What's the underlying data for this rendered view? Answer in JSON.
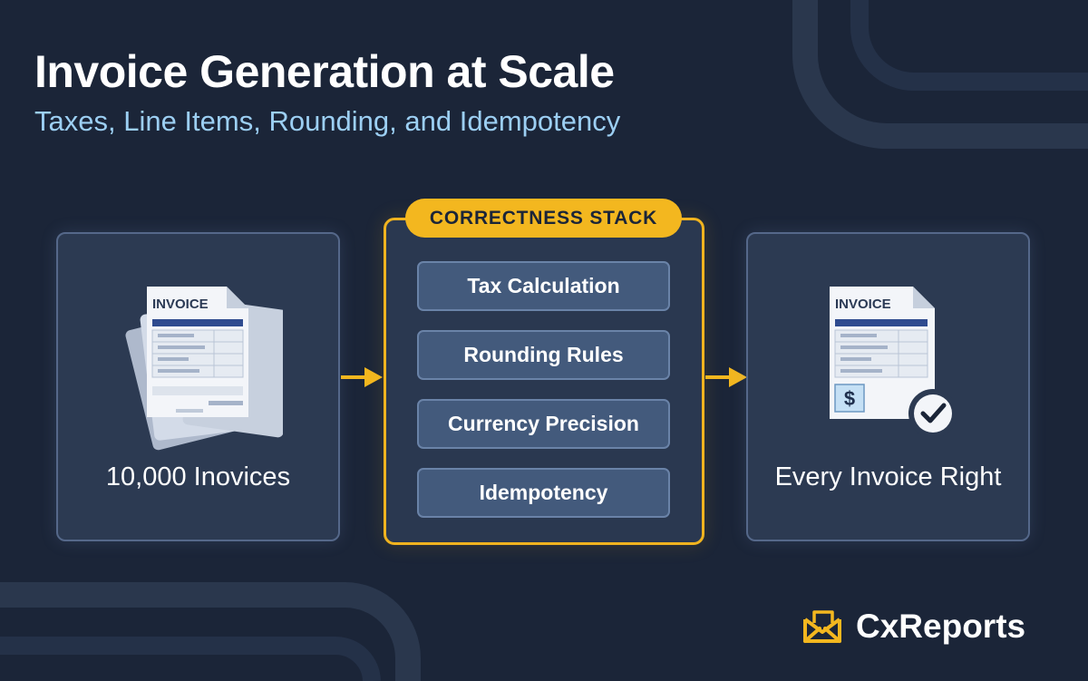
{
  "header": {
    "title": "Invoice Generation at Scale",
    "subtitle": "Taxes, Line Items, Rounding, and Idempotency"
  },
  "input_panel": {
    "icon_label": "INVOICE",
    "caption": "10,000 Inovices"
  },
  "stack": {
    "badge": "CORRECTNESS STACK",
    "items": [
      "Tax Calculation",
      "Rounding Rules",
      "Currency Precision",
      "Idempotency"
    ]
  },
  "output_panel": {
    "icon_label": "INVOICE",
    "currency_symbol": "$",
    "caption": "Every Invoice Right"
  },
  "brand": {
    "name": "CxReports"
  },
  "colors": {
    "background": "#1b2538",
    "panel": "#2c3a52",
    "accent": "#f3b71f",
    "subtitle": "#9ccff3",
    "invoice_header": "#2f4b8f"
  },
  "icons": [
    "invoice-stack-icon",
    "arrow-right-icon",
    "invoice-verified-icon",
    "check-circle-icon",
    "envelope-logo-icon"
  ]
}
